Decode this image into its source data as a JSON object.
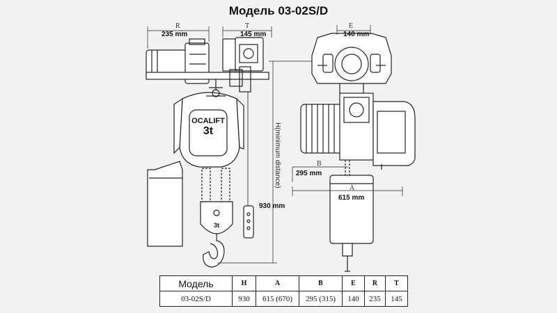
{
  "title": "Модель 03-02S/D",
  "brand": {
    "name": "OCALIFT",
    "capacity": "3t",
    "hook_capacity": "3t"
  },
  "dimensions": {
    "R": {
      "letter": "R",
      "value": "235 mm"
    },
    "T": {
      "letter": "T",
      "value": "145 mm"
    },
    "E": {
      "letter": "E",
      "value": "140 mm"
    },
    "B": {
      "letter": "B",
      "value": "295 mm"
    },
    "A": {
      "letter": "A",
      "value": "615 mm"
    },
    "H": {
      "letter": "H",
      "value": "930 mm",
      "note": "H(minimum distance)"
    }
  },
  "spec_table": {
    "headers": [
      "Модель",
      "H",
      "A",
      "B",
      "E",
      "R",
      "T"
    ],
    "rows": [
      [
        "03-02S/D",
        "930",
        "615 (670)",
        "295 (315)",
        "140",
        "235",
        "145"
      ]
    ]
  }
}
